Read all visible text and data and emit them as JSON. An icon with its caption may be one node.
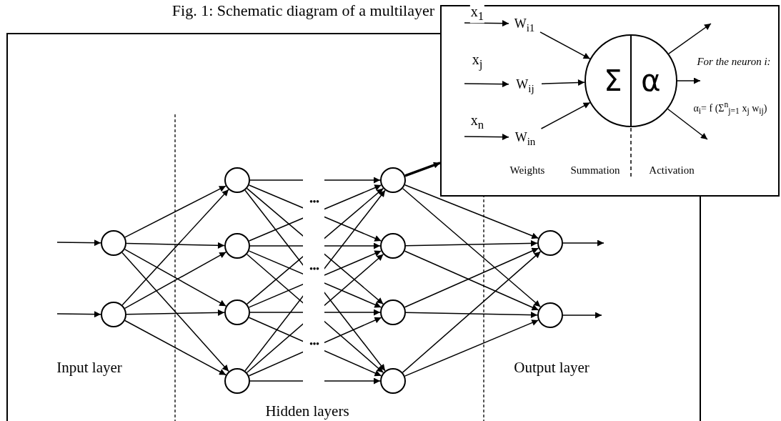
{
  "diagram": {
    "title": "Fig. 1: Schematic diagram of a multilayer",
    "nodes": [
      {
        "text": [],
        "shape": "circle"
      },
      {
        "text": [],
        "shape": "circle"
      },
      {
        "text": [],
        "shape": "circle"
      },
      {
        "text": [],
        "shape": "circle"
      },
      {
        "text": [],
        "shape": "circle"
      },
      {
        "text": [],
        "shape": "circle"
      },
      {
        "text": [],
        "shape": "circle"
      },
      {
        "text": [],
        "shape": "circle"
      },
      {
        "text": [],
        "shape": "circle"
      },
      {
        "text": [],
        "shape": "circle"
      },
      {
        "text": [],
        "shape": "circle"
      },
      {
        "text": [],
        "shape": "circle"
      },
      {
        "text": [],
        "shape": "box"
      },
      {
        "text": [
          "W$_{i1}$"
        ],
        "in": 12
      },
      {
        "text": [
          "W$_{ij}$"
        ],
        "in": 12
      },
      {
        "text": [
          "W$_{in}$"
        ],
        "in": 12
      },
      {
        "text": [
          "Σ",
          "α"
        ],
        "in": 12
      }
    ],
    "edges": [
      {
        "from": null,
        "to": 0,
        "arrow": "to"
      },
      {
        "from": null,
        "to": 1,
        "arrow": "to"
      },
      {
        "from": 0,
        "to": 2,
        "arrow": "to"
      },
      {
        "from": 0,
        "to": 3,
        "arrow": "to"
      },
      {
        "from": 0,
        "to": 4,
        "arrow": "to"
      },
      {
        "from": 0,
        "to": 5,
        "arrow": "to"
      },
      {
        "from": 1,
        "to": 2,
        "arrow": "to"
      },
      {
        "from": 1,
        "to": 3,
        "arrow": "to"
      },
      {
        "from": 1,
        "to": 4,
        "arrow": "to"
      },
      {
        "from": 1,
        "to": 5,
        "arrow": "to"
      },
      {
        "from": 2,
        "to": 6,
        "arrow": "to"
      },
      {
        "from": 2,
        "to": 7,
        "arrow": "to"
      },
      {
        "from": 2,
        "to": 8,
        "arrow": "to"
      },
      {
        "from": 2,
        "to": 9,
        "arrow": "to"
      },
      {
        "from": 3,
        "to": 6,
        "arrow": "to"
      },
      {
        "from": 3,
        "to": 7,
        "arrow": "to"
      },
      {
        "from": 3,
        "to": 8,
        "arrow": "to"
      },
      {
        "from": 3,
        "to": 9,
        "arrow": "to"
      },
      {
        "from": 4,
        "to": 6,
        "arrow": "to"
      },
      {
        "from": 4,
        "to": 7,
        "arrow": "to"
      },
      {
        "from": 4,
        "to": 8,
        "arrow": "to"
      },
      {
        "from": 4,
        "to": 9,
        "arrow": "to"
      },
      {
        "from": 5,
        "to": 6,
        "arrow": "to"
      },
      {
        "from": 5,
        "to": 7,
        "arrow": "to"
      },
      {
        "from": 5,
        "to": 8,
        "arrow": "to"
      },
      {
        "from": 5,
        "to": 9,
        "arrow": "to"
      },
      {
        "from": 6,
        "to": 10,
        "arrow": "to"
      },
      {
        "from": 6,
        "to": 11,
        "arrow": "to"
      },
      {
        "from": 7,
        "to": 10,
        "arrow": "to"
      },
      {
        "from": 7,
        "to": 11,
        "arrow": "to"
      },
      {
        "from": 8,
        "to": 10,
        "arrow": "to"
      },
      {
        "from": 8,
        "to": 11,
        "arrow": "to"
      },
      {
        "from": 9,
        "to": 10,
        "arrow": "to"
      },
      {
        "from": 9,
        "to": 11,
        "arrow": "to"
      },
      {
        "from": 10,
        "to": null,
        "arrow": "to"
      },
      {
        "from": 11,
        "to": null,
        "arrow": "to"
      },
      {
        "from": 6,
        "to": 12,
        "arrow": "to",
        "style": "thick"
      },
      {
        "from": null,
        "to": 13,
        "arrow": "to",
        "label": "x$_{1}$"
      },
      {
        "from": null,
        "to": 14,
        "arrow": "to",
        "label": "x$_{j}$"
      },
      {
        "from": null,
        "to": 15,
        "arrow": "to",
        "label": "x$_{n}$"
      },
      {
        "from": 13,
        "to": 16,
        "arrow": "to"
      },
      {
        "from": 14,
        "to": 16,
        "arrow": "to"
      },
      {
        "from": 15,
        "to": 16,
        "arrow": "to"
      },
      {
        "from": 16,
        "to": null,
        "arrow": "to"
      },
      {
        "from": 16,
        "to": null,
        "arrow": "to"
      },
      {
        "from": 16,
        "to": null,
        "arrow": "to"
      }
    ],
    "labels": [
      "For the neuron i:",
      "α$_{i}$= f (Σ$^{n}$$_{j=1}$ x$_{j}$ w$_{ij}$)",
      "Weights",
      "Summation",
      "Activation",
      "•••",
      "•••",
      "•••",
      "Input layer",
      "Output layer",
      "Hidden layers"
    ]
  }
}
